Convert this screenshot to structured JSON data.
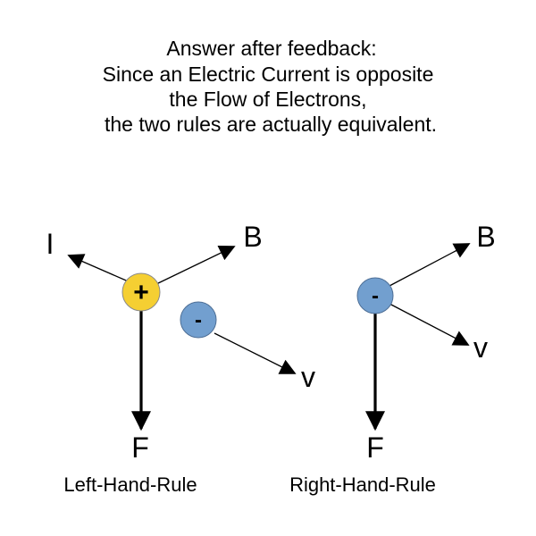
{
  "heading": {
    "lines": [
      "Answer after feedback:",
      "Since an Electric Current is opposite",
      "the Flow of Electrons,",
      "the two rules are actually equivalent."
    ]
  },
  "left_rule": {
    "caption": "Left-Hand-Rule",
    "positive_charge": {
      "sign": "+",
      "color": "#f5cf32"
    },
    "negative_charge": {
      "sign": "-",
      "color": "#729fcf"
    },
    "labels": {
      "current": "I",
      "field": "B",
      "force": "F",
      "velocity": "v"
    }
  },
  "right_rule": {
    "caption": "Right-Hand-Rule",
    "negative_charge": {
      "sign": "-",
      "color": "#729fcf"
    },
    "labels": {
      "field": "B",
      "force": "F",
      "velocity": "v"
    }
  }
}
